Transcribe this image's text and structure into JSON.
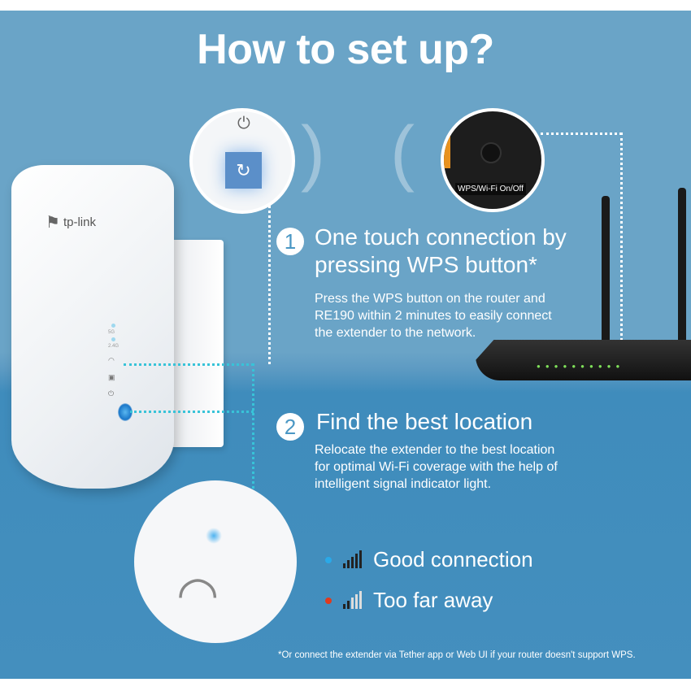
{
  "title": "How to set up?",
  "extender": {
    "brand": "tp-link",
    "led_labels": [
      "5G",
      "2.4G"
    ]
  },
  "router_zoom": {
    "label": "WPS/Wi-Fi On/Off"
  },
  "steps": [
    {
      "number": "1",
      "heading_line1": "One touch connection by",
      "heading_line2": "pressing WPS button*",
      "text": [
        "Press the WPS button on the router and",
        "RE190 within 2 minutes to easily connect",
        "the extender to the network."
      ]
    },
    {
      "number": "2",
      "heading_line1": "Find the best location",
      "text": [
        "Relocate the extender to the best location",
        "for optimal Wi-Fi coverage with the help of",
        "intelligent signal indicator light."
      ]
    }
  ],
  "legend": [
    {
      "label": "Good connection",
      "color": "#2aa9e8"
    },
    {
      "label": "Too far away",
      "color": "#e03a1e"
    }
  ],
  "footnote": "*Or connect the extender via Tether app or Web UI if your router doesn't support WPS."
}
